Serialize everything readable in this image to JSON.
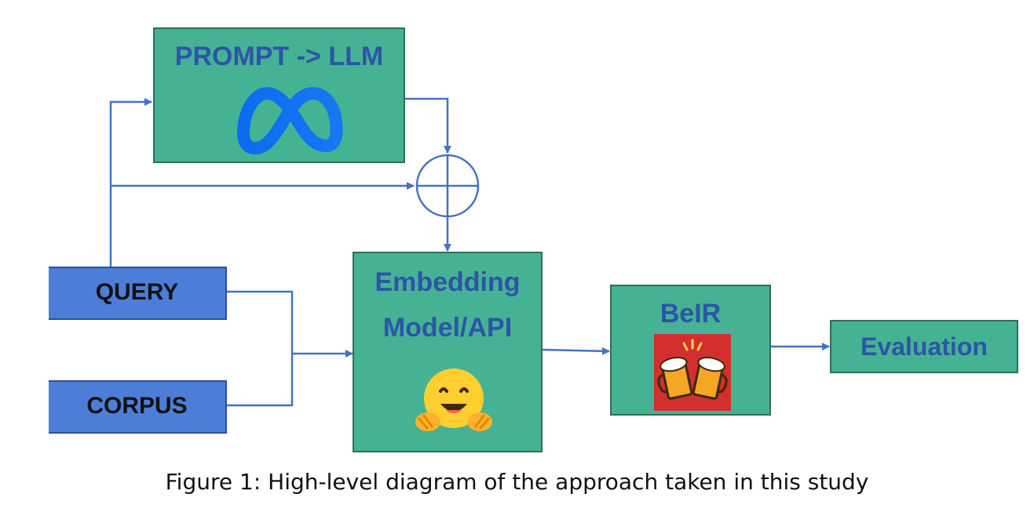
{
  "diagram": {
    "nodes": {
      "prompt_llm": {
        "label": "PROMPT -> LLM",
        "icon": "meta-infinity-logo-icon"
      },
      "query": {
        "label": "QUERY"
      },
      "corpus": {
        "label": "CORPUS"
      },
      "combine": {
        "icon": "circle-plus-combine-icon"
      },
      "embedding": {
        "label_line1": "Embedding",
        "label_line2": "Model/API",
        "icon": "hugging-face-emoji-icon"
      },
      "beir": {
        "label": "BeIR",
        "icon": "beer-mugs-clinking-icon"
      },
      "evaluation": {
        "label": "Evaluation"
      }
    }
  },
  "colors": {
    "box_green": "#45b294",
    "box_blue": "#4c7dd8",
    "arrow_blue": "#4472c4",
    "title_blue": "#2c55a8",
    "beir_red": "#d32f2f"
  },
  "caption": "Figure 1: High-level diagram of the approach taken in this study"
}
